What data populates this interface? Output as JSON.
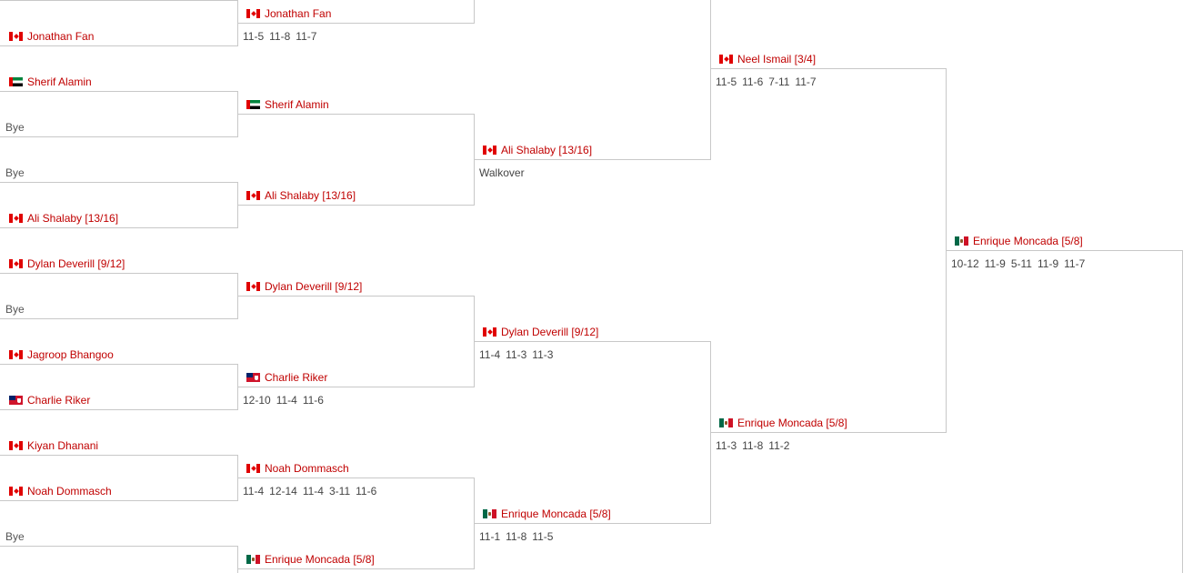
{
  "round1": {
    "slots": [
      {
        "type": "player",
        "flag": "ca",
        "name": "Jonathan Fan"
      },
      {
        "type": "player",
        "flag": "ae",
        "name": "Sherif Alamin"
      },
      {
        "type": "bye",
        "label": "Bye"
      },
      {
        "type": "bye",
        "label": "Bye"
      },
      {
        "type": "player",
        "flag": "ca",
        "name": "Ali Shalaby [13/16]"
      },
      {
        "type": "player",
        "flag": "ca",
        "name": "Dylan Deverill [9/12]"
      },
      {
        "type": "bye",
        "label": "Bye"
      },
      {
        "type": "player",
        "flag": "ca",
        "name": "Jagroop Bhangoo"
      },
      {
        "type": "player",
        "flag": "bm",
        "name": "Charlie Riker"
      },
      {
        "type": "player",
        "flag": "ca",
        "name": "Kiyan Dhanani"
      },
      {
        "type": "player",
        "flag": "ca",
        "name": "Noah Dommasch"
      },
      {
        "type": "bye",
        "label": "Bye"
      }
    ]
  },
  "round2": {
    "matches": [
      {
        "flag": "ca",
        "name": "Jonathan Fan",
        "result": [
          "11-5",
          "11-8",
          "11-7"
        ]
      },
      {
        "flag": "ae",
        "name": "Sherif Alamin",
        "result": []
      },
      {
        "flag": "ca",
        "name": "Ali Shalaby [13/16]",
        "result": []
      },
      {
        "flag": "ca",
        "name": "Dylan Deverill [9/12]",
        "result": []
      },
      {
        "flag": "bm",
        "name": "Charlie Riker",
        "result": [
          "12-10",
          "11-4",
          "11-6"
        ]
      },
      {
        "flag": "ca",
        "name": "Noah Dommasch",
        "result": [
          "11-4",
          "12-14",
          "11-4",
          "3-11",
          "11-6"
        ]
      },
      {
        "flag": "mx",
        "name": "Enrique Moncada [5/8]",
        "result": []
      }
    ]
  },
  "round3": {
    "matches": [
      {
        "flag": "ca",
        "name": "Ali Shalaby [13/16]",
        "result": [
          "Walkover"
        ]
      },
      {
        "flag": "ca",
        "name": "Dylan Deverill [9/12]",
        "result": [
          "11-4",
          "11-3",
          "11-3"
        ]
      },
      {
        "flag": "mx",
        "name": "Enrique Moncada [5/8]",
        "result": [
          "11-1",
          "11-8",
          "11-5"
        ]
      }
    ]
  },
  "round4": {
    "matches": [
      {
        "flag": "ca",
        "name": "Neel Ismail [3/4]",
        "result": [
          "11-5",
          "11-6",
          "7-11",
          "11-7"
        ]
      },
      {
        "flag": "mx",
        "name": "Enrique Moncada [5/8]",
        "result": [
          "11-3",
          "11-8",
          "11-2"
        ]
      }
    ]
  },
  "round5": {
    "matches": [
      {
        "flag": "mx",
        "name": "Enrique Moncada [5/8]",
        "result": [
          "10-12",
          "11-9",
          "5-11",
          "11-9",
          "11-7"
        ]
      }
    ]
  }
}
